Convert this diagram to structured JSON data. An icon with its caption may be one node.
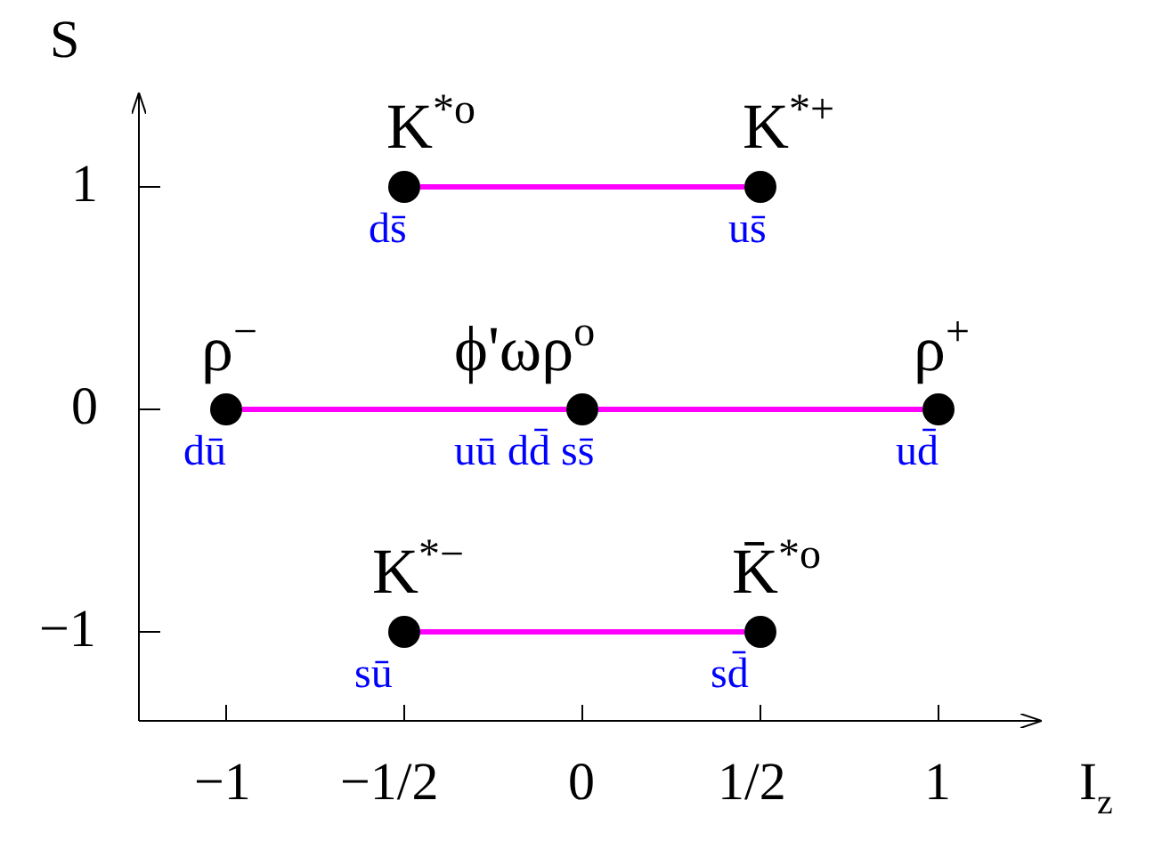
{
  "diagram": {
    "nodes": [
      {
        "text": [
          "K$^{*o}$",
          "ds̄"
        ]
      },
      {
        "text": [
          "K$^{*+}$",
          "us̄"
        ]
      },
      {
        "text": [
          "ρ$^{−}$",
          "dū"
        ]
      },
      {
        "text": [
          "ϕ'ωρ$^{o}$",
          "uū dd̄ ss̄"
        ]
      },
      {
        "text": [
          "ρ$^{+}$",
          "ud̄"
        ]
      },
      {
        "text": [
          "K$^{*−}$",
          "sū"
        ]
      },
      {
        "text": [
          "K̄$^{*o}$",
          "sd̄"
        ]
      }
    ],
    "edges": [
      {
        "from": 0,
        "to": 1,
        "arrow": "none"
      },
      {
        "from": 2,
        "to": 3,
        "arrow": "none"
      },
      {
        "from": 3,
        "to": 4,
        "arrow": "none"
      },
      {
        "from": 5,
        "to": 6,
        "arrow": "none"
      }
    ],
    "labels": [
      "S",
      "1",
      "0",
      "−1",
      "−1",
      "−1/2",
      "0",
      "1/2",
      "1",
      "I$_{z}$"
    ]
  }
}
